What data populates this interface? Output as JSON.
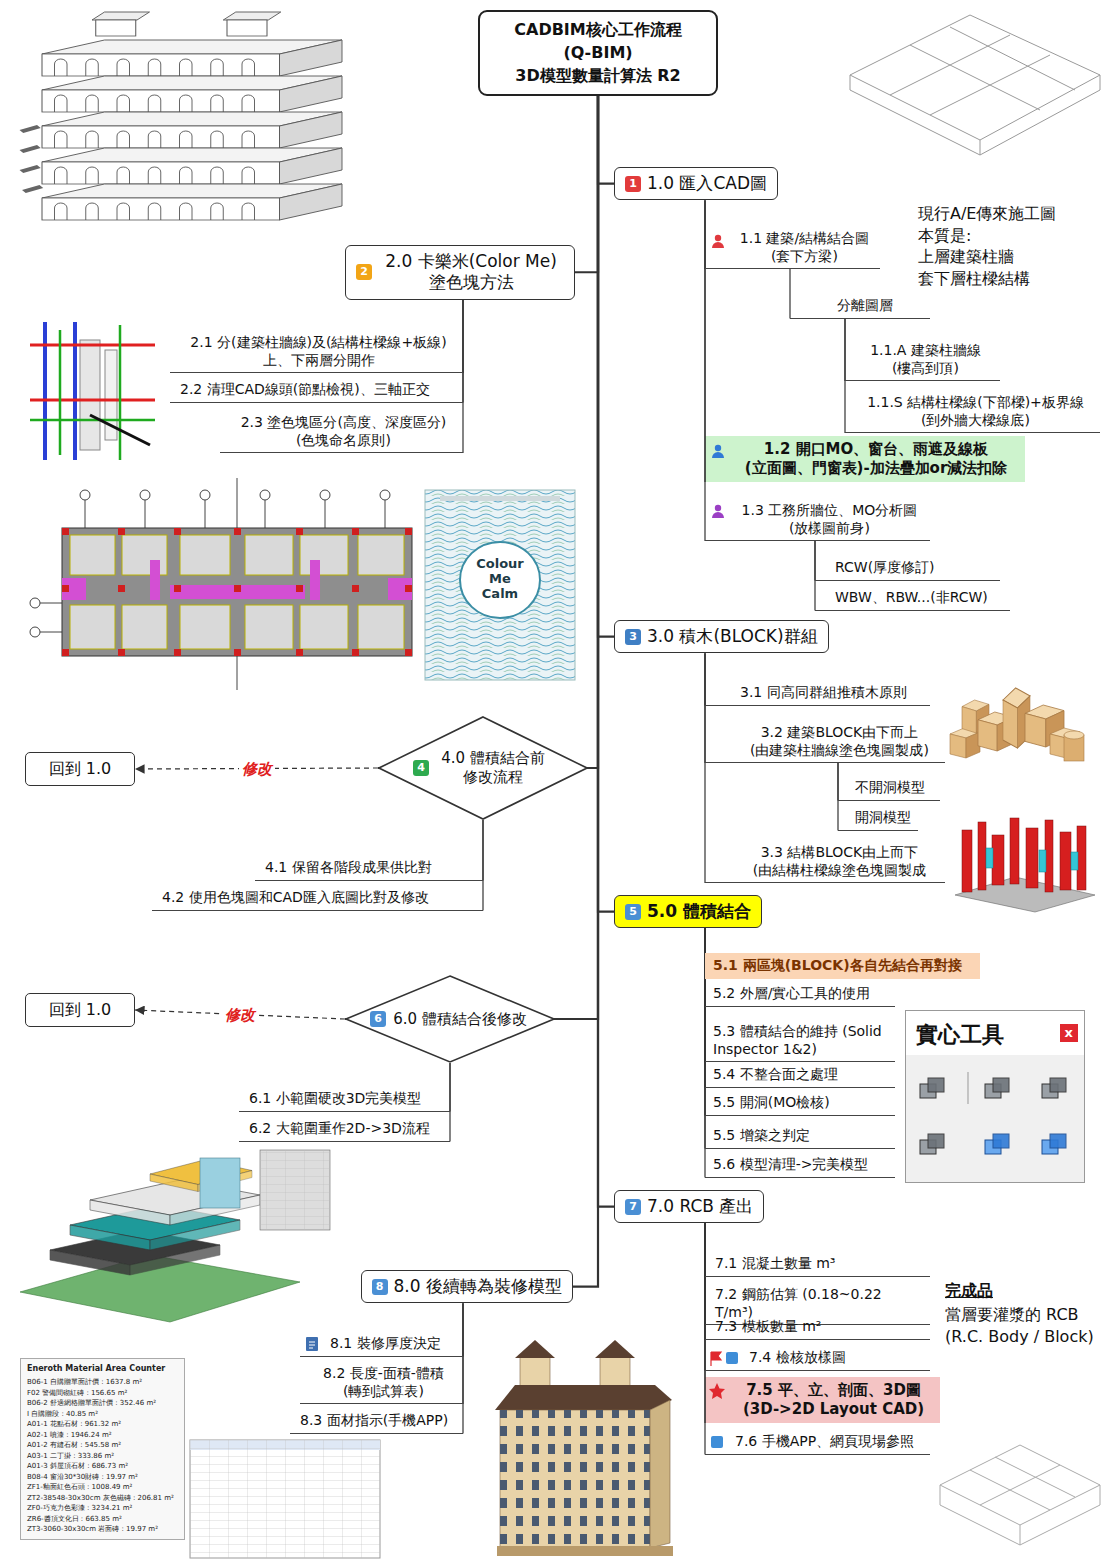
{
  "diagram": {
    "nodes": [
      {
        "text": [
          "CADBIM核心工作流程 (Q-BIM) 3D模型數量計算法 R2"
        ]
      },
      {
        "text": [
          "1",
          "1.0 匯入CAD圖"
        ]
      },
      {
        "text": [
          "1.1 建築/結構結合圖 (套下方梁)"
        ]
      },
      {
        "text": [
          "分離圖層"
        ]
      },
      {
        "text": [
          "1.1.A 建築柱牆線 (樓高到頂)"
        ]
      },
      {
        "text": [
          "1.1.S 結構柱樑線(下部樑)+板界線 (到外牆大樑線底)"
        ]
      },
      {
        "text": [
          "1.2 開口MO、窗台、雨遮及線板 (立面圖、門窗表)-加法疊加or減法扣除"
        ]
      },
      {
        "text": [
          "1.3 工務所牆位、MO分析圖 (放樣圖前身)"
        ]
      },
      {
        "text": [
          "RCW(厚度修訂)"
        ]
      },
      {
        "text": [
          "WBW、RBW...(非RCW)"
        ]
      },
      {
        "text": [
          "2",
          "2.0 卡樂米(Color Me) 塗色塊方法"
        ]
      },
      {
        "text": [
          "2.1 分(建築柱牆線)及(結構柱樑線+板線) 上、下兩層分開作"
        ]
      },
      {
        "text": [
          "2.2 清理CAD線頭(節點檢視)、三軸正交"
        ]
      },
      {
        "text": [
          "2.3 塗色塊區分(高度、深度區分) (色塊命名原則)"
        ]
      },
      {
        "text": [
          "3",
          "3.0 積木(BLOCK)群組"
        ]
      },
      {
        "text": [
          "3.1 同高同群組推積木原則"
        ]
      },
      {
        "text": [
          "3.2 建築BLOCK由下而上 (由建築柱牆線塗色塊圖製成)"
        ]
      },
      {
        "text": [
          "不開洞模型"
        ]
      },
      {
        "text": [
          "開洞模型"
        ]
      },
      {
        "text": [
          "3.3 結構BLOCK由上而下 (由結構柱樑線塗色塊圖製成"
        ]
      },
      {
        "text": [
          "4",
          "4.0 體積結合前 修改流程"
        ]
      },
      {
        "text": [
          "回到 1.0"
        ]
      },
      {
        "text": [
          "4.1 保留各階段成果供比對"
        ]
      },
      {
        "text": [
          "4.2 使用色塊圖和CAD匯入底圖比對及修改"
        ]
      },
      {
        "text": [
          "5",
          "5.0 體積結合"
        ]
      },
      {
        "text": [
          "5.1 兩區塊(BLOCK)各自先結合再對接"
        ]
      },
      {
        "text": [
          "5.2 外層/實心工具的使用"
        ]
      },
      {
        "text": [
          "5.3 體積結合的維持 (Solid Inspector 1&2)"
        ]
      },
      {
        "text": [
          "5.4 不整合面之處理"
        ]
      },
      {
        "text": [
          "5.5 開洞(MO檢核)"
        ]
      },
      {
        "text": [
          "5.5 增築之判定"
        ]
      },
      {
        "text": [
          "5.6 模型清理->完美模型"
        ]
      },
      {
        "text": [
          "實心工具",
          "x"
        ]
      },
      {
        "text": [
          "6",
          "6.0 體積結合後修改"
        ]
      },
      {
        "text": [
          "回到 1.0"
        ]
      },
      {
        "text": [
          "6.1 小範圍硬改3D完美模型"
        ]
      },
      {
        "text": [
          "6.2 大範圍重作2D->3D流程"
        ]
      },
      {
        "text": [
          "7",
          "7.0 RCB 產出"
        ]
      },
      {
        "text": [
          "7.1 混凝土數量 m³"
        ]
      },
      {
        "text": [
          "7.2 鋼筋估算 (0.18~0.22 T/m³)"
        ]
      },
      {
        "text": [
          "7.3 模板數量 m²"
        ]
      },
      {
        "text": [
          "7.4 檢核放樣圖"
        ]
      },
      {
        "text": [
          "7.5 平、立、剖面、3D圖 (3D->2D Layout CAD)"
        ]
      },
      {
        "text": [
          "7.6 手機APP、網頁現場參照"
        ]
      },
      {
        "text": [
          "8",
          "8.0 後續轉為裝修模型"
        ]
      },
      {
        "text": [
          "8.1 裝修厚度決定"
        ]
      },
      {
        "text": [
          "8.2 長度-面積-體積 (轉到試算表)"
        ]
      },
      {
        "text": [
          "8.3 面材指示(手機APP)"
        ]
      },
      {
        "text": [
          "Eneroth Material Area Counter",
          "B06-1 自購贈單面計價 : 1637.8 m²",
          "F02 警備間砌紅磚 : 156.65 m²",
          "B06-2 舒適網格贈單面計價 : 352.46 m²",
          "I 自購贈段 : 40.85 m²",
          "A01-1 花點石材 : 961.32 m²",
          "A02-1 噴漆 : 1946.24 m²",
          "A01-2 有縫石材 : 545.58 m²",
          "A03-1 二丁掛 : 333.86 m²",
          "A01-3 斜屋頂石材 : 686.73 m²",
          "B08-4 窗沿30*30財磚 : 19.97 m²",
          "ZF1-釉面紅色石頭 : 1008.49 m²",
          "ZT2-38548-30x30cm 灰色磁磚 : 206.81 m²",
          "ZF0-巧克力色彩漆 : 3234.21 m²",
          "ZR6-醬頂文化日 : 663.85 m²",
          "ZT3-3060-30x30cm 岩面磚 : 19.97 m²"
        ]
      }
    ],
    "edges": [
      {
        "from": 0,
        "to": 1,
        "arrow": "none"
      },
      {
        "from": 0,
        "to": 10,
        "arrow": "none"
      },
      {
        "from": 0,
        "to": 14,
        "arrow": "none"
      },
      {
        "from": 0,
        "to": 20,
        "arrow": "none"
      },
      {
        "from": 0,
        "to": 24,
        "arrow": "none"
      },
      {
        "from": 0,
        "to": 33,
        "arrow": "none"
      },
      {
        "from": 0,
        "to": 37,
        "arrow": "none"
      },
      {
        "from": 0,
        "to": 44,
        "arrow": "none"
      },
      {
        "from": 1,
        "to": 2,
        "arrow": "none"
      },
      {
        "from": 2,
        "to": 3,
        "arrow": "none"
      },
      {
        "from": 3,
        "to": 4,
        "arrow": "none"
      },
      {
        "from": 3,
        "to": 5,
        "arrow": "none"
      },
      {
        "from": 1,
        "to": 6,
        "arrow": "none"
      },
      {
        "from": 1,
        "to": 7,
        "arrow": "none"
      },
      {
        "from": 7,
        "to": 8,
        "arrow": "none"
      },
      {
        "from": 7,
        "to": 9,
        "arrow": "none"
      },
      {
        "from": 10,
        "to": 11,
        "arrow": "none"
      },
      {
        "from": 10,
        "to": 12,
        "arrow": "none"
      },
      {
        "from": 10,
        "to": 13,
        "arrow": "none"
      },
      {
        "from": 14,
        "to": 15,
        "arrow": "none"
      },
      {
        "from": 14,
        "to": 16,
        "arrow": "none"
      },
      {
        "from": 16,
        "to": 17,
        "arrow": "none"
      },
      {
        "from": 16,
        "to": 18,
        "arrow": "none"
      },
      {
        "from": 14,
        "to": 19,
        "arrow": "none"
      },
      {
        "from": 20,
        "to": 21,
        "label": "修改",
        "arrow": "to"
      },
      {
        "from": 20,
        "to": 22,
        "arrow": "none"
      },
      {
        "from": 20,
        "to": 23,
        "arrow": "none"
      },
      {
        "from": 24,
        "to": 25,
        "arrow": "none"
      },
      {
        "from": 24,
        "to": 26,
        "arrow": "none"
      },
      {
        "from": 24,
        "to": 27,
        "arrow": "none"
      },
      {
        "from": 24,
        "to": 28,
        "arrow": "none"
      },
      {
        "from": 24,
        "to": 29,
        "arrow": "none"
      },
      {
        "from": 24,
        "to": 30,
        "arrow": "none"
      },
      {
        "from": 24,
        "to": 31,
        "arrow": "none"
      },
      {
        "from": 33,
        "to": 34,
        "label": "修改",
        "arrow": "to"
      },
      {
        "from": 33,
        "to": 35,
        "arrow": "none"
      },
      {
        "from": 33,
        "to": 36,
        "arrow": "none"
      },
      {
        "from": 37,
        "to": 38,
        "arrow": "none"
      },
      {
        "from": 37,
        "to": 39,
        "arrow": "none"
      },
      {
        "from": 37,
        "to": 40,
        "arrow": "none"
      },
      {
        "from": 37,
        "to": 41,
        "arrow": "none"
      },
      {
        "from": 37,
        "to": 42,
        "arrow": "none"
      },
      {
        "from": 37,
        "to": 43,
        "arrow": "none"
      },
      {
        "from": 44,
        "to": 45,
        "arrow": "none"
      },
      {
        "from": 44,
        "to": 46,
        "arrow": "none"
      },
      {
        "from": 44,
        "to": 47,
        "arrow": "none"
      }
    ],
    "labels": [
      "現行A/E傳來施工圖 本質是: 上層建築柱牆 套下層柱樑結構",
      "Colour Me Calm",
      "完成品",
      "當層要灌漿的 RCB (R.C. Body / Block)"
    ]
  }
}
